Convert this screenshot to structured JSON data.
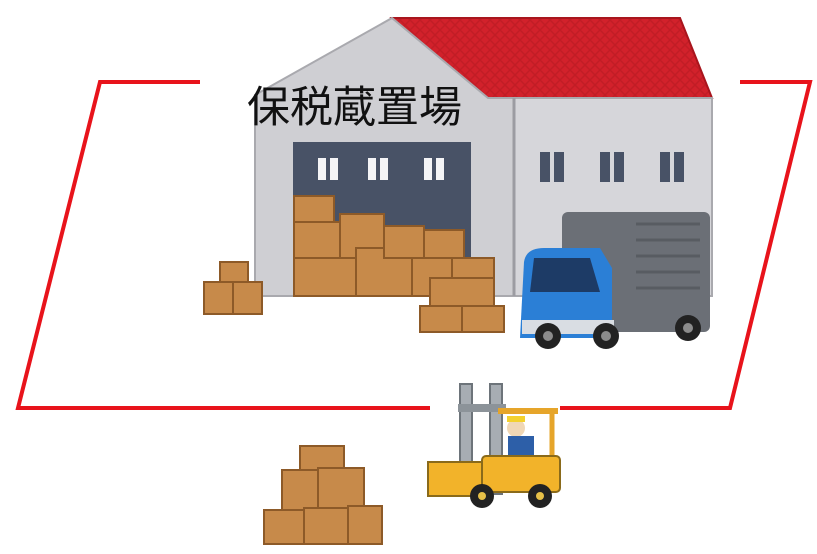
{
  "label": {
    "title": "保税蔵置場"
  },
  "colors": {
    "frame_red": "#e8131b",
    "roof_red": "#d0202a",
    "wall_gray": "#cfcfd3",
    "door_navy": "#485266",
    "box_brown": "#c78a4a",
    "truck_blue": "#2b7fd6",
    "forklift_yellow": "#f2b32a"
  },
  "illustrations": {
    "warehouse": "warehouse-illustration",
    "truck": "truck-illustration",
    "forklift": "forklift-illustration",
    "box_pile": "cardboard-box-pile"
  }
}
